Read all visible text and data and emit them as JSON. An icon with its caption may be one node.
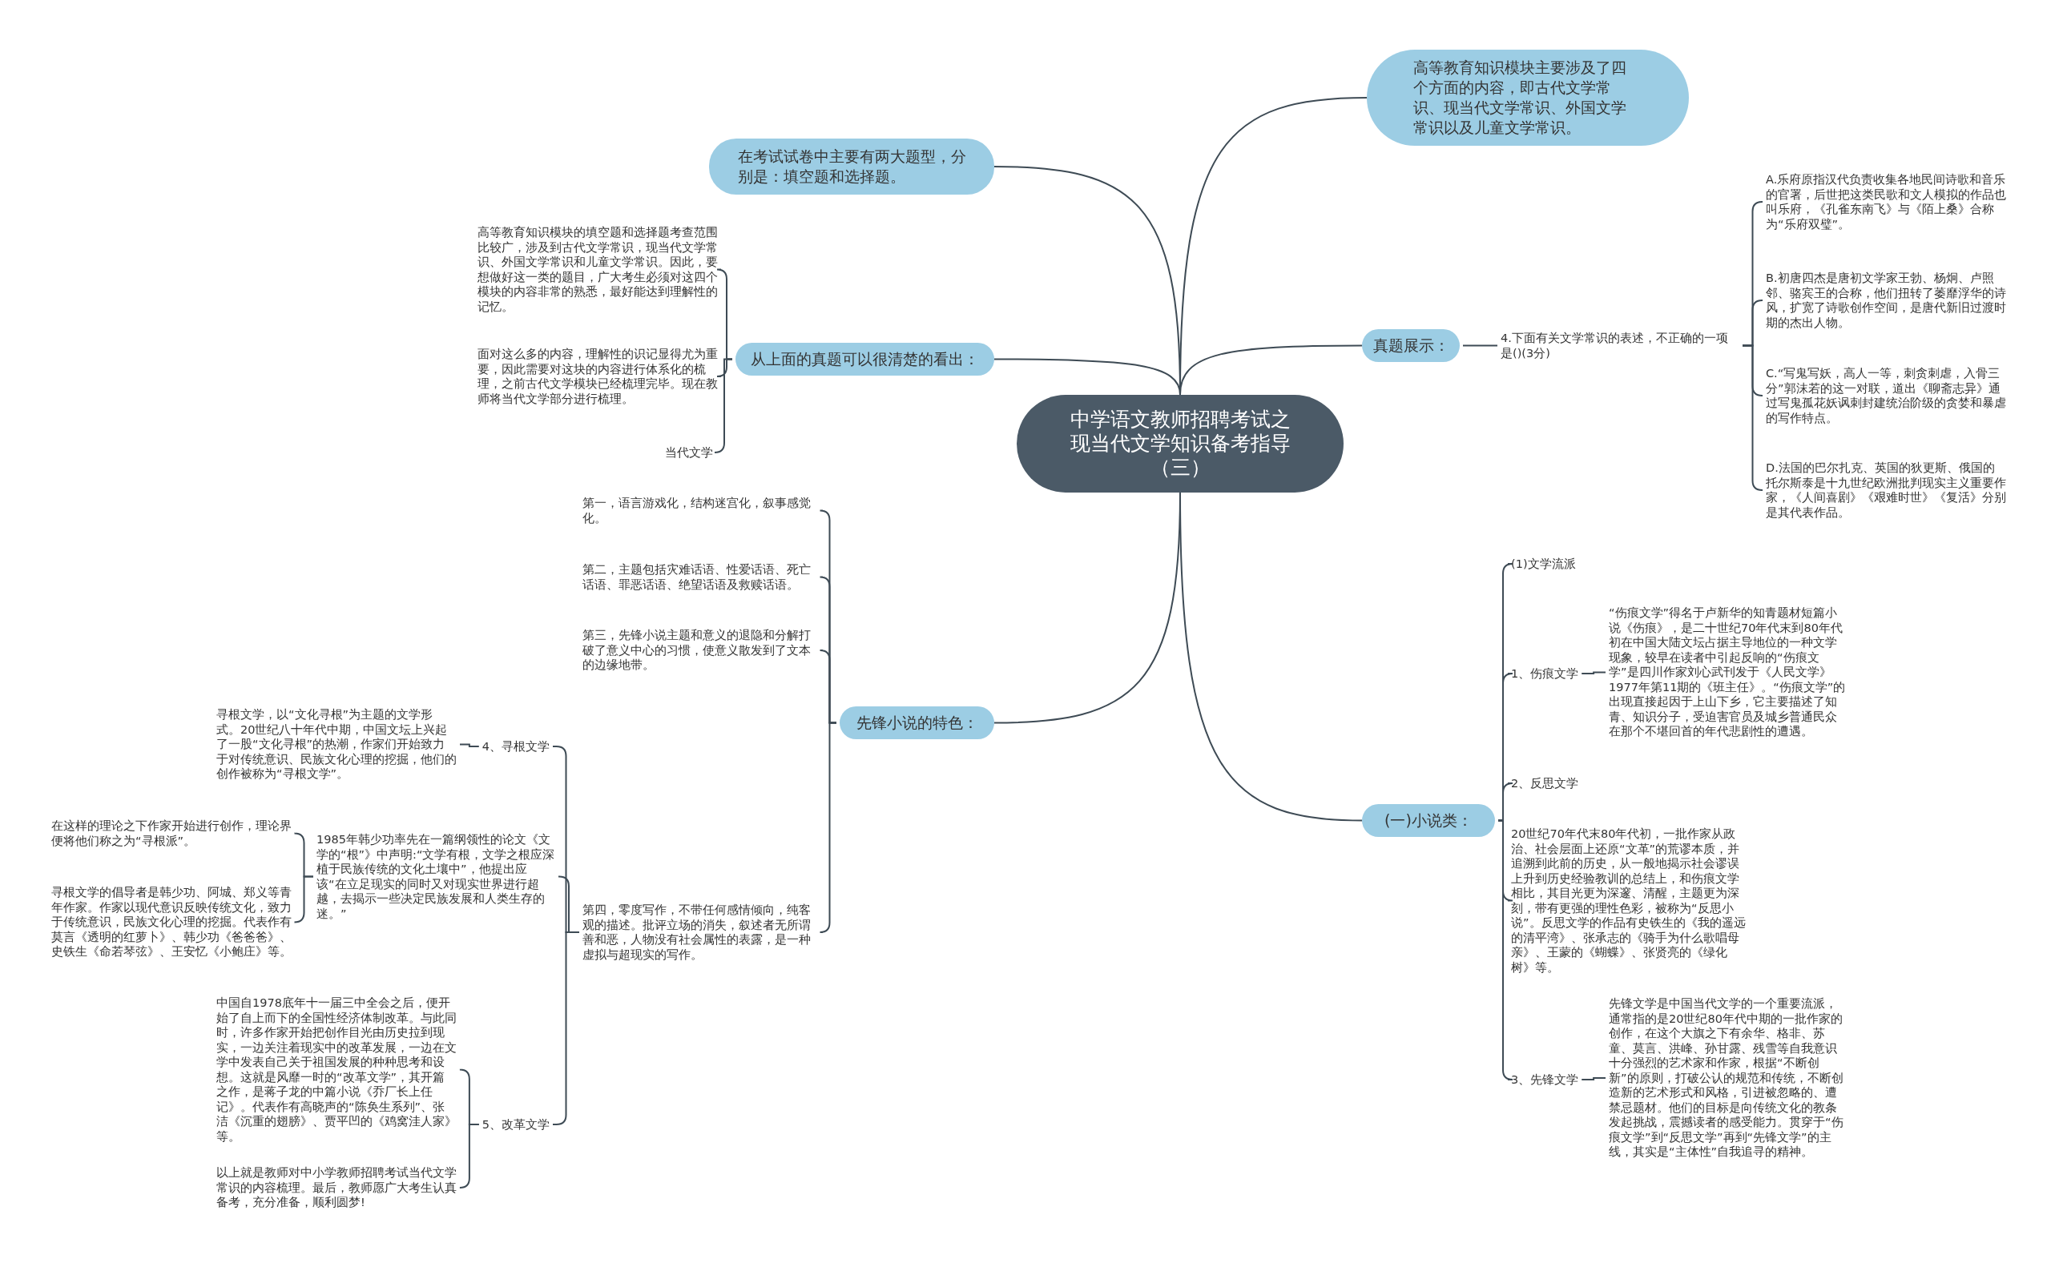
{
  "diagram": {
    "nodes": [
      {
        "text": [
          "中学语文教师招聘考试之现当代文学知识备考指导（三）"
        ]
      },
      {
        "text": [
          "在考试试卷中主要有两大题型，分别是：填空题和选择题。"
        ]
      },
      {
        "text": [
          "从上面的真题可以很清楚的看出："
        ]
      },
      {
        "text": [
          "高等教育知识模块的填空题和选择题考查范围比较广，涉及到古代文学常识，现当代文学常识、外国文学常识和儿童文学常识。因此，要想做好这一类的题目，广大考生必须对这四个模块的内容非常的熟悉，最好能达到理解性的记忆。"
        ]
      },
      {
        "text": [
          "面对这么多的内容，理解性的识记显得尤为重要，因此需要对这块的内容进行体系化的梳理，之前古代文学模块已经梳理完毕。现在教师将当代文学部分进行梳理。"
        ]
      },
      {
        "text": [
          "当代文学"
        ]
      },
      {
        "text": [
          "先锋小说的特色："
        ]
      },
      {
        "text": [
          "第一，语言游戏化，结构迷宫化，叙事感觉化。"
        ]
      },
      {
        "text": [
          "第二，主题包括灾难话语、性爱话语、死亡话语、罪恶话语、绝望话语及救赎话语。"
        ]
      },
      {
        "text": [
          "第三，先锋小说主题和意义的退隐和分解打破了意义中心的习惯，使意义散发到了文本的边缘地带。"
        ]
      },
      {
        "text": [
          "第四，零度写作，不带任何感情倾向，纯客观的描述。批评立场的消失，叙述者无所谓善和恶，人物没有社会属性的表露，是一种虚拟与超现实的写作。"
        ]
      },
      {
        "text": [
          "4、寻根文学"
        ]
      },
      {
        "text": [
          "寻根文学，以“文化寻根”为主题的文学形式。20世纪八十年代中期，中国文坛上兴起了一股“文化寻根”的热潮，作家们开始致力于对传统意识、民族文化心理的挖掘，他们的创作被称为“寻根文学”。"
        ]
      },
      {
        "text": [
          "1985年韩少功率先在一篇纲领性的论文《文学的“根”》中声明:“文学有根，文学之根应深植于民族传统的文化土壤中”，他提出应该“在立足现实的同时又对现实世界进行超越，去揭示一些决定民族发展和人类生存的迷。”"
        ]
      },
      {
        "text": [
          "在这样的理论之下作家开始进行创作，理论界便将他们称之为“寻根派”。"
        ]
      },
      {
        "text": [
          "寻根文学的倡导者是韩少功、阿城、郑义等青年作家。作家以现代意识反映传统文化，致力于传统意识，民族文化心理的挖掘。代表作有莫言《透明的红萝卜》、韩少功《爸爸爸》、史铁生《命若琴弦》、王安忆《小鲍庄》等。"
        ]
      },
      {
        "text": [
          "5、改革文学"
        ]
      },
      {
        "text": [
          "中国自1978底年十一届三中全会之后，便开始了自上而下的全国性经济体制改革。与此同时，许多作家开始把创作目光由历史拉到现实，一边关注着现实中的改革发展，一边在文学中发表自己关于祖国发展的种种思考和设想。这就是风靡一时的“改革文学”，其开篇之作，是蒋子龙的中篇小说《乔厂长上任记》。代表作有高晓声的“陈奂生系列”、张洁《沉重的翅膀》、贾平凹的《鸡窝洼人家》等。"
        ]
      },
      {
        "text": [
          "以上就是教师对中小学教师招聘考试当代文学常识的内容梳理。最后，教师愿广大考生认真备考，充分准备，顺利圆梦!"
        ]
      },
      {
        "text": [
          "高等教育知识模块主要涉及了四个方面的内容，即古代文学常识、现当代文学常识、外国文学常识以及儿童文学常识。"
        ]
      },
      {
        "text": [
          "真题展示："
        ]
      },
      {
        "text": [
          "4.下面有关文学常识的表述，不正确的一项是()(3分)"
        ]
      },
      {
        "text": [
          "A.乐府原指汉代负责收集各地民间诗歌和音乐的官署，后世把这类民歌和文人模拟的作品也叫乐府，《孔雀东南飞》与《陌上桑》合称为“乐府双璧”。"
        ]
      },
      {
        "text": [
          "B.初唐四杰是唐初文学家王勃、杨炯、卢照邻、骆宾王的合称，他们扭转了萎靡浮华的诗风，扩宽了诗歌创作空间，是唐代新旧过渡时期的杰出人物。"
        ]
      },
      {
        "text": [
          "C.“写鬼写妖，高人一等，刺贪刺虐，入骨三分”郭沫若的这一对联，道出《聊斋志异》通过写鬼孤花妖讽刺封建统治阶级的贪婪和暴虐的写作特点。"
        ]
      },
      {
        "text": [
          "D.法国的巴尔扎克、英国的狄更斯、俄国的托尔斯泰是十九世纪欧洲批判现实主义重要作家，《人间喜剧》《艰难时世》《复活》分别是其代表作品。"
        ]
      },
      {
        "text": [
          "(一)小说类："
        ]
      },
      {
        "text": [
          "(1)文学流派"
        ]
      },
      {
        "text": [
          "1、伤痕文学"
        ]
      },
      {
        "text": [
          "“伤痕文学”得名于卢新华的知青题材短篇小说《伤痕》，是二十世纪70年代末到80年代初在中国大陆文坛占据主导地位的一种文学现象，较早在读者中引起反响的“伤痕文学”是四川作家刘心武刊发于《人民文学》1977年第11期的《班主任》。“伤痕文学”的出现直接起因于上山下乡，它主要描述了知青、知识分子，受迫害官员及城乡普通民众在那个不堪回首的年代悲剧性的遭遇。"
        ]
      },
      {
        "text": [
          "2、反思文学"
        ]
      },
      {
        "text": [
          "20世纪70年代末80年代初，一批作家从政治、社会层面上还原“文革”的荒谬本质，并追溯到此前的历史，从一般地揭示社会谬误上升到历史经验教训的总结上，和伤痕文学相比，其目光更为深邃、清醒，主题更为深刻，带有更强的理性色彩，被称为“反思小说”。反思文学的作品有史铁生的《我的遥远的清平湾》、张承志的《骑手为什么歌唱母亲》、王蒙的《蝴蝶》、张贤亮的《绿化树》等。"
        ]
      },
      {
        "text": [
          "3、先锋文学"
        ]
      },
      {
        "text": [
          "先锋文学是中国当代文学的一个重要流派，通常指的是20世纪80年代中期的一批作家的创作，在这个大旗之下有余华、格非、苏童、莫言、洪峰、孙甘露、残雪等自我意识十分强烈的艺术家和作家，根据“不断创新”的原则，打破公认的规范和传统，不断创造新的艺术形式和风格，引进被忽略的、遭禁忌题材。他们的目标是向传统文化的教条发起挑战，震撼读者的感受能力。贯穿于“伤痕文学”到“反思文学”再到“先锋文学”的主线，其实是“主体性”自我追寻的精神。"
        ]
      }
    ],
    "edges": [
      {
        "from": 0,
        "to": 1,
        "arrow": "none"
      },
      {
        "from": 0,
        "to": 2,
        "arrow": "none"
      },
      {
        "from": 2,
        "to": 3,
        "arrow": "none"
      },
      {
        "from": 2,
        "to": 4,
        "arrow": "none"
      },
      {
        "from": 2,
        "to": 5,
        "arrow": "none"
      },
      {
        "from": 0,
        "to": 6,
        "arrow": "none"
      },
      {
        "from": 6,
        "to": 7,
        "arrow": "none"
      },
      {
        "from": 6,
        "to": 8,
        "arrow": "none"
      },
      {
        "from": 6,
        "to": 9,
        "arrow": "none"
      },
      {
        "from": 6,
        "to": 10,
        "arrow": "none"
      },
      {
        "from": 10,
        "to": 11,
        "arrow": "none"
      },
      {
        "from": 11,
        "to": 12,
        "arrow": "none"
      },
      {
        "from": 10,
        "to": 13,
        "arrow": "none"
      },
      {
        "from": 13,
        "to": 14,
        "arrow": "none"
      },
      {
        "from": 13,
        "to": 15,
        "arrow": "none"
      },
      {
        "from": 10,
        "to": 16,
        "arrow": "none"
      },
      {
        "from": 16,
        "to": 17,
        "arrow": "none"
      },
      {
        "from": 16,
        "to": 18,
        "arrow": "none"
      },
      {
        "from": 0,
        "to": 19,
        "arrow": "none"
      },
      {
        "from": 0,
        "to": 20,
        "arrow": "none"
      },
      {
        "from": 20,
        "to": 21,
        "arrow": "none"
      },
      {
        "from": 21,
        "to": 22,
        "arrow": "none"
      },
      {
        "from": 21,
        "to": 23,
        "arrow": "none"
      },
      {
        "from": 21,
        "to": 24,
        "arrow": "none"
      },
      {
        "from": 21,
        "to": 25,
        "arrow": "none"
      },
      {
        "from": 0,
        "to": 26,
        "arrow": "none"
      },
      {
        "from": 26,
        "to": 27,
        "arrow": "none"
      },
      {
        "from": 26,
        "to": 28,
        "arrow": "none"
      },
      {
        "from": 28,
        "to": 29,
        "arrow": "none"
      },
      {
        "from": 26,
        "to": 30,
        "arrow": "none"
      },
      {
        "from": 26,
        "to": 31,
        "arrow": "none"
      },
      {
        "from": 26,
        "to": 32,
        "arrow": "none"
      },
      {
        "from": 32,
        "to": 33,
        "arrow": "none"
      }
    ]
  }
}
